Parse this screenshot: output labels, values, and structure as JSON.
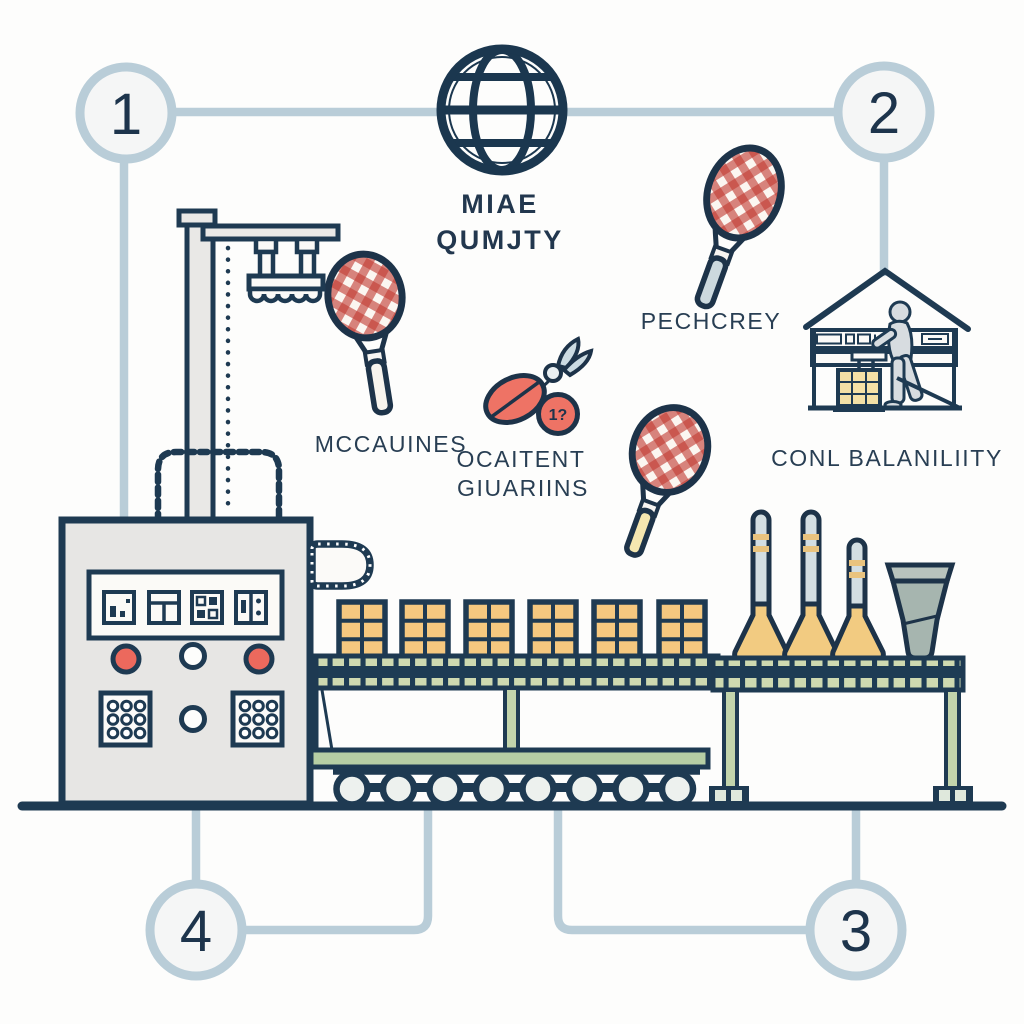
{
  "steps": [
    {
      "number": "1"
    },
    {
      "number": "2"
    },
    {
      "number": "3"
    },
    {
      "number": "4"
    }
  ],
  "center_title": {
    "line1": "MIAE",
    "line2": "QUMJTY"
  },
  "labels": {
    "racket_top_right": "PECHCREY",
    "racket_mid_left": "MCCAUINES",
    "materials_line1": "OCAITENT",
    "materials_line2": "GIUARIINS",
    "assembly": "CONL BALANILIITY"
  },
  "badge": {
    "text": "1?"
  },
  "colors": {
    "navy": "#1e3a52",
    "connector_blue": "#b9cdd8",
    "checker_red": "#c23b33",
    "salmon": "#ee7365",
    "box_tan": "#f5c87f",
    "belt_sage": "#ced9b0",
    "platform_green": "#b6cea4",
    "machine_grey": "#e7e6e4",
    "flask_cone": "#f2cb81",
    "funnel_grey": "#a6b5af",
    "circle_fill": "#f5f6f6"
  }
}
